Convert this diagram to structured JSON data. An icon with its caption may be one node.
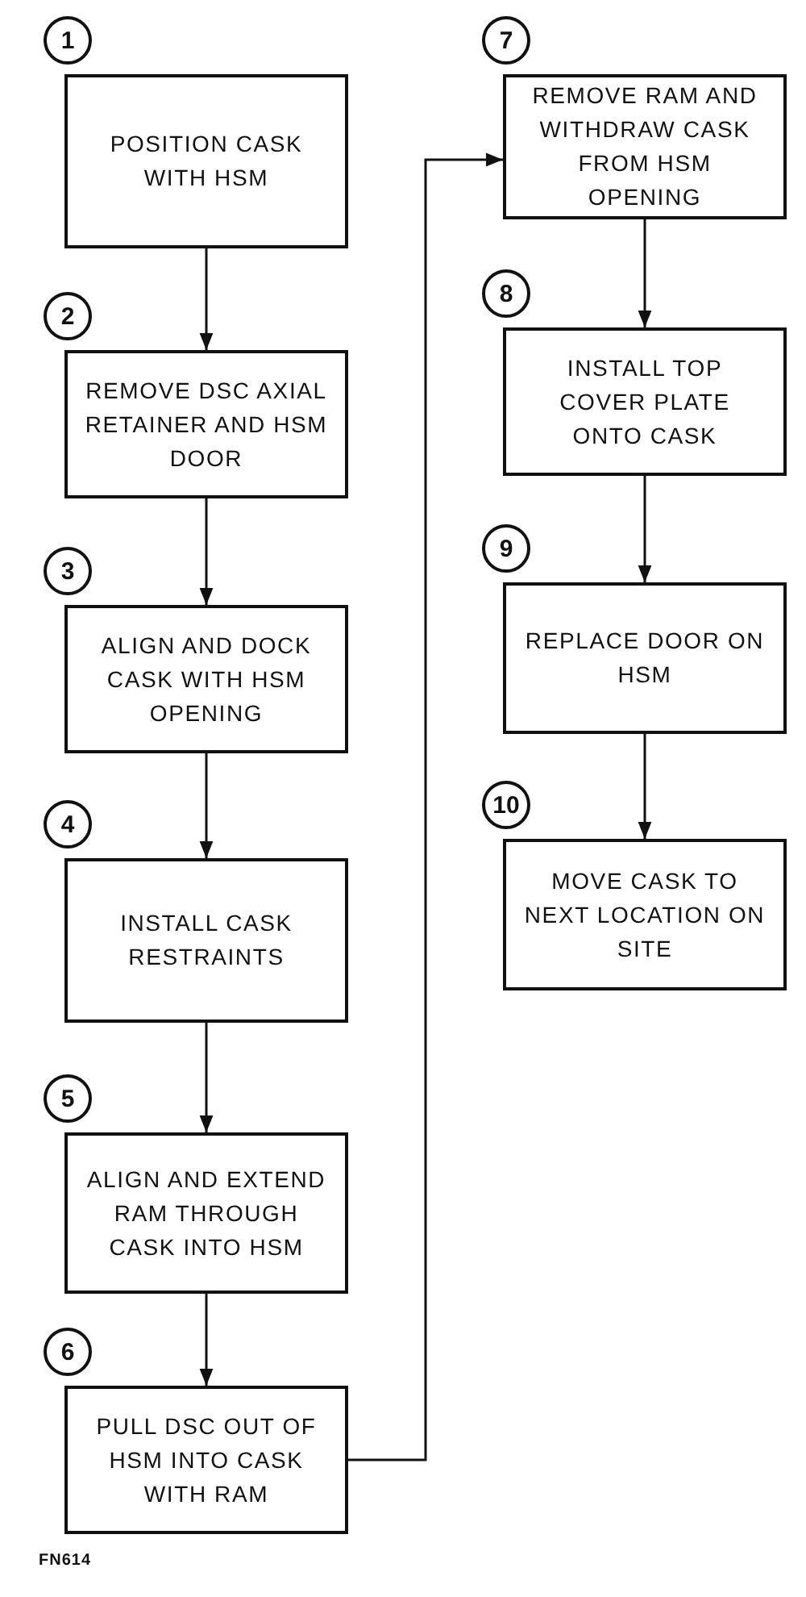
{
  "diagram": {
    "nodes": [
      {
        "text": [
          "1"
        ]
      },
      {
        "text": [
          "POSITION CASK WITH HSM"
        ]
      },
      {
        "text": [
          "2"
        ]
      },
      {
        "text": [
          "REMOVE DSC AXIAL RETAINER AND HSM DOOR"
        ]
      },
      {
        "text": [
          "3"
        ]
      },
      {
        "text": [
          "ALIGN AND DOCK CASK WITH HSM OPENING"
        ]
      },
      {
        "text": [
          "4"
        ]
      },
      {
        "text": [
          "INSTALL CASK RESTRAINTS"
        ]
      },
      {
        "text": [
          "5"
        ]
      },
      {
        "text": [
          "ALIGN AND EXTEND RAM THROUGH CASK INTO HSM"
        ]
      },
      {
        "text": [
          "6"
        ]
      },
      {
        "text": [
          "PULL DSC OUT OF HSM INTO CASK WITH RAM"
        ]
      },
      {
        "text": [
          "7"
        ]
      },
      {
        "text": [
          "REMOVE RAM AND WITHDRAW CASK FROM HSM OPENING"
        ]
      },
      {
        "text": [
          "8"
        ]
      },
      {
        "text": [
          "INSTALL TOP COVER PLATE ONTO CASK"
        ]
      },
      {
        "text": [
          "9"
        ]
      },
      {
        "text": [
          "REPLACE DOOR ON HSM"
        ]
      },
      {
        "text": [
          "10"
        ]
      },
      {
        "text": [
          "MOVE CASK TO NEXT LOCATION ON SITE"
        ]
      }
    ],
    "edges": [
      {
        "from": 1,
        "to": 3,
        "arrow": "to"
      },
      {
        "from": 3,
        "to": 5,
        "arrow": "to"
      },
      {
        "from": 5,
        "to": 7,
        "arrow": "to"
      },
      {
        "from": 7,
        "to": 9,
        "arrow": "to"
      },
      {
        "from": 9,
        "to": 11,
        "arrow": "to"
      },
      {
        "from": 11,
        "to": 13,
        "arrow": "to"
      },
      {
        "from": 13,
        "to": 15,
        "arrow": "to"
      },
      {
        "from": 15,
        "to": 17,
        "arrow": "to"
      },
      {
        "from": 17,
        "to": 19,
        "arrow": "to"
      }
    ],
    "labels": [
      "FN614"
    ]
  }
}
